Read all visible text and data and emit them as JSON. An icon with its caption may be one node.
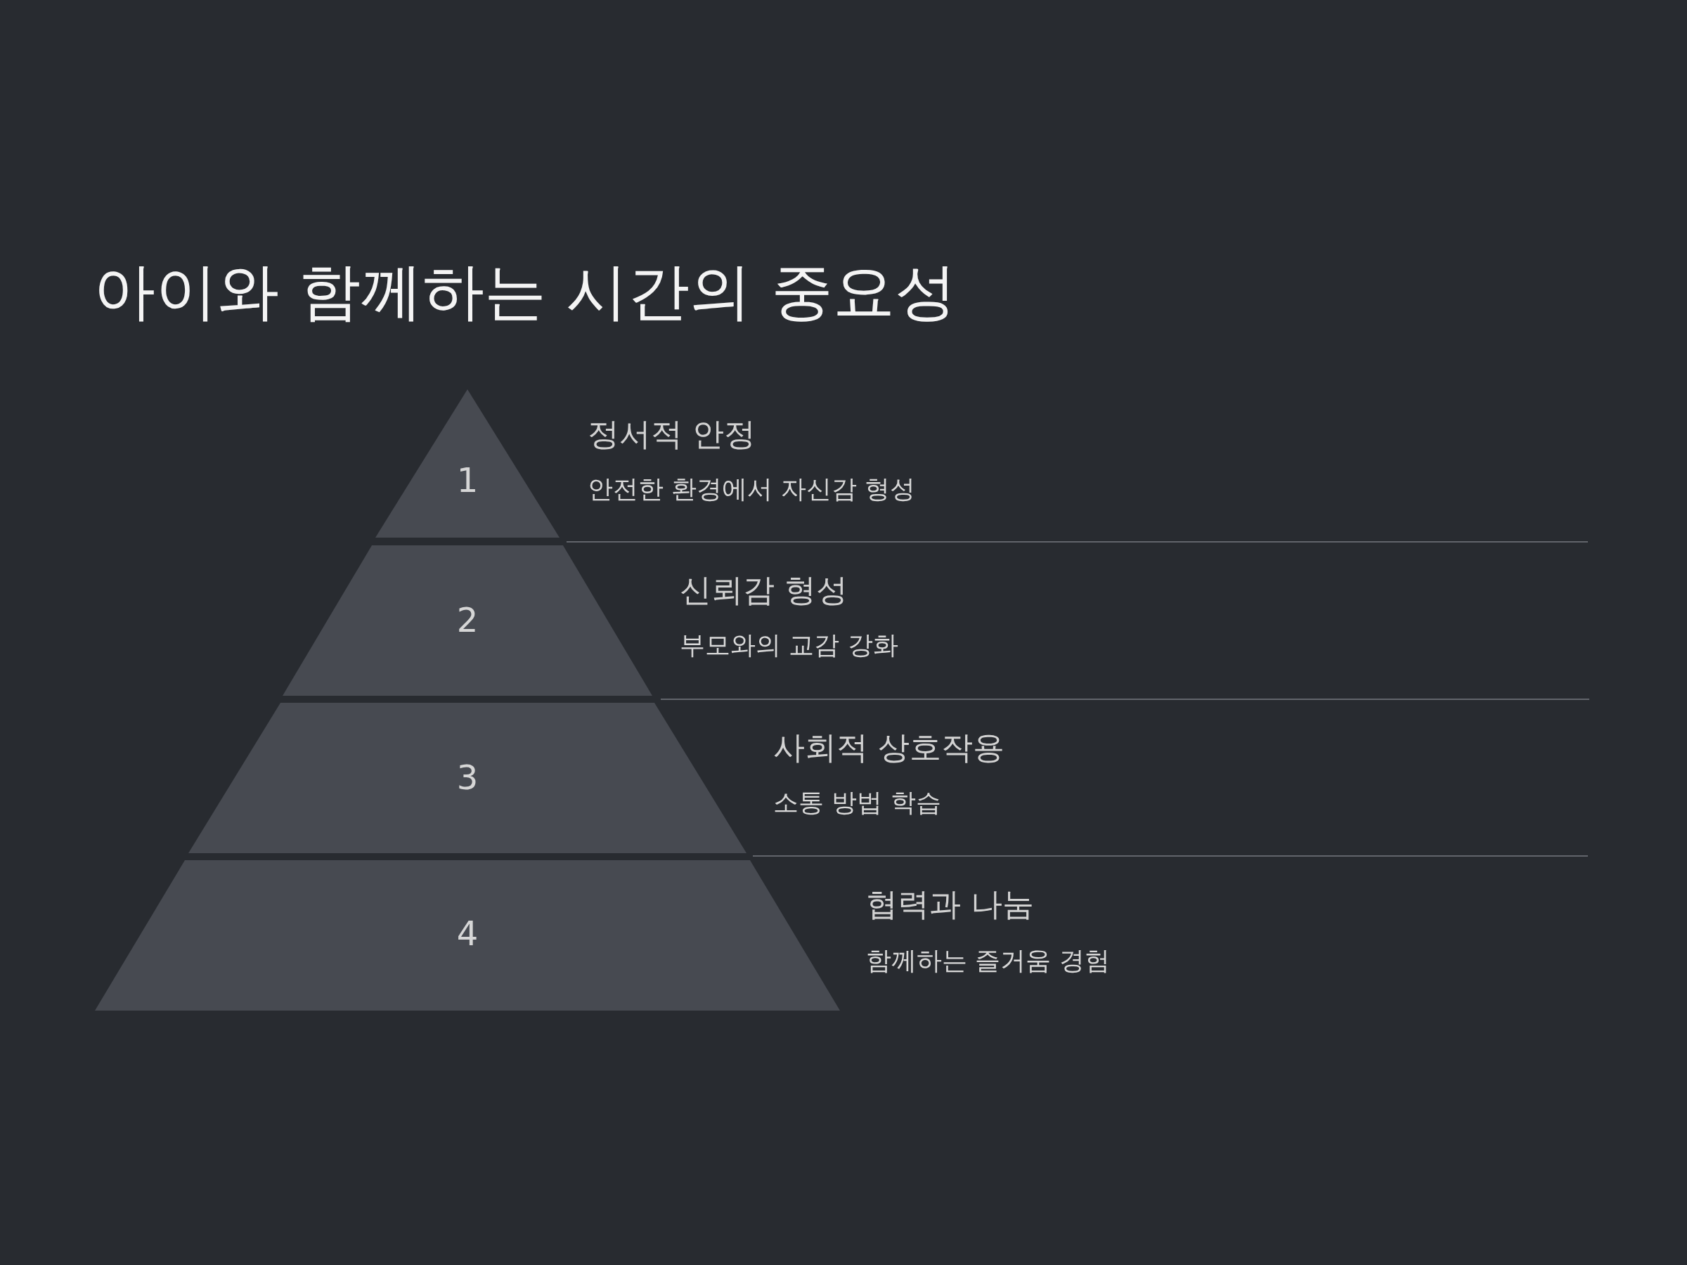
{
  "diagram": {
    "title": "아이와 함께하는 시간의 중요성",
    "nodes": [
      {
        "text": [
          "1"
        ],
        "beside": [
          "정서적 안정",
          "안전한 환경에서 자신감 형성"
        ]
      },
      {
        "text": [
          "2"
        ],
        "beside": [
          "신뢰감 형성",
          "부모와의 교감 강화"
        ]
      },
      {
        "text": [
          "3"
        ],
        "beside": [
          "사회적 상호작용",
          "소통 방법 학습"
        ]
      },
      {
        "text": [
          "4"
        ],
        "beside": [
          "협력과 나눔",
          "함께하는 즐거움 경험"
        ]
      }
    ]
  }
}
